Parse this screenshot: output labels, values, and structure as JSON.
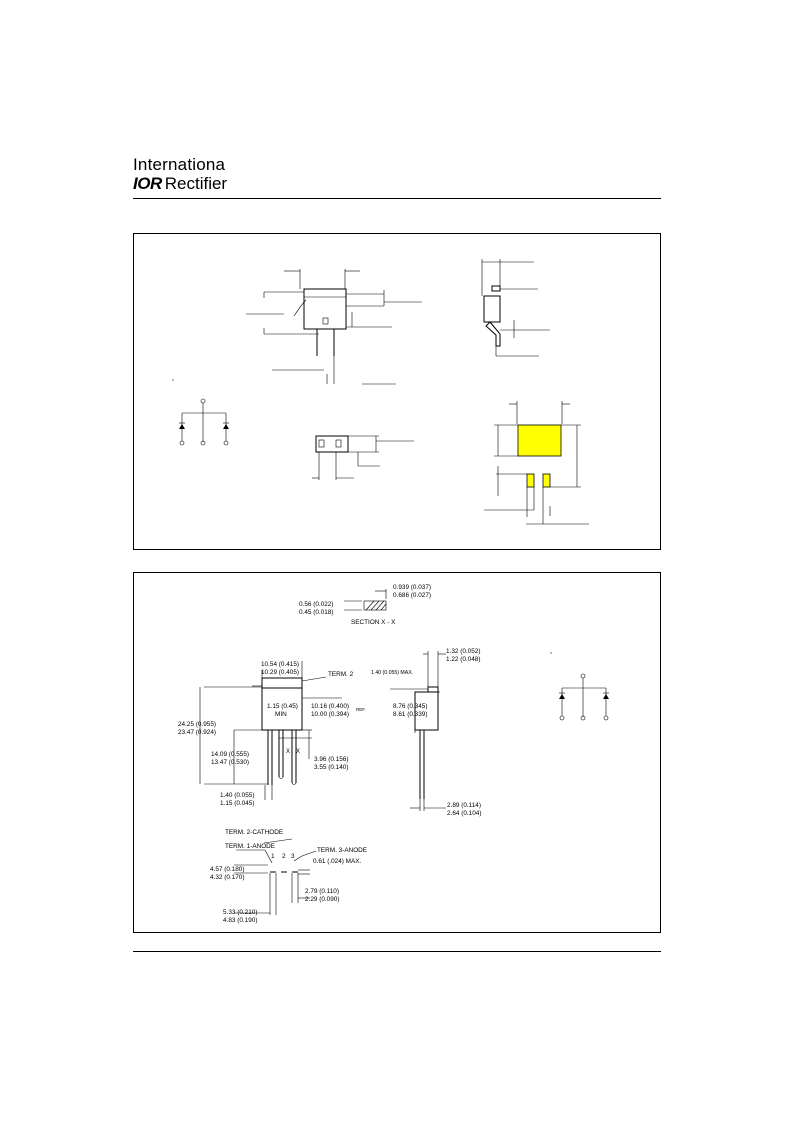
{
  "header": {
    "brand_line1": "Internationa",
    "brand_mark": "IOR",
    "brand_line2": "Rectifier"
  },
  "colors": {
    "pad_highlight": "#ffff00",
    "rule": "#000000"
  },
  "to262": {
    "section_label": "SECTION X - X",
    "section_thick_mm": "0.56 (0.022)",
    "section_thin_mm": "0.45 (0.018)",
    "section_width_max": "0.939 (0.037)",
    "section_width_min": "0.686 (0.027)",
    "width_max": "10.54 (0.415)",
    "width_min": "10.29 (0.405)",
    "term2": "TERM. 2",
    "tab_min_a": "1.15 (0.45)",
    "tab_min_b": "MIN",
    "body_len_max": "10.16 (0.400)",
    "body_len_min": "10.00 (0.394)",
    "body_len_ref": "REF.",
    "depth_max": "8.76 (0.345)",
    "depth_min": "8.61 (0.339)",
    "tab_thick_max": "1.32 (0.052)",
    "tab_thick_min": "1.22 (0.048)",
    "lead_max_label": "1.40 (0.055) MAX.",
    "total_len_max": "24.25 (0.955)",
    "total_len_min": "23.47 (0.924)",
    "lead_len_max": "14.09 (0.555)",
    "lead_len_min": "13.47 (0.530)",
    "hole_max": "3.96 (0.156)",
    "hole_min": "3.55 (0.140)",
    "x_mark": "X",
    "lead_w_max": "1.40 (0.055)",
    "lead_w_min": "1.15 (0.045)",
    "lead_t_max": "2.89 (0.114)",
    "lead_t_min": "2.64 (0.104)",
    "term2_cathode": "TERM. 2-CATHODE",
    "term1_anode": "TERM. 1-ANODE",
    "term3_anode": "TERM. 3-ANODE",
    "pin1": "1",
    "pin2": "2",
    "pin3": "3",
    "pin_w_max_label": "0.61 (.024) MAX.",
    "pitch_max": "4.57 (0.180)",
    "pitch_min": "4.32 (0.170)",
    "lead_gap_max": "2.79 (0.110)",
    "lead_gap_min": "2.29 (0.090)",
    "span_max": "5.33 (0.210)",
    "span_min": "4.83 (0.190)"
  }
}
